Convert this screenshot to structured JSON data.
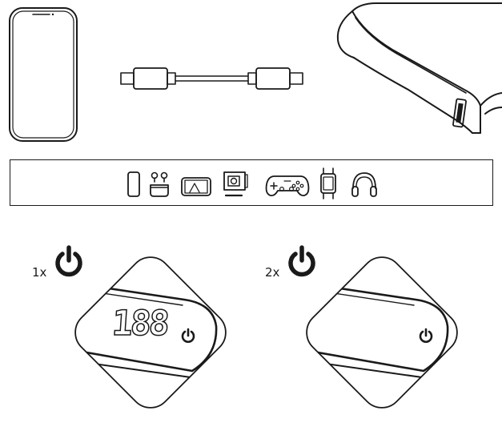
{
  "instructions": {
    "press_once_label": "1x",
    "press_twice_label": "2x"
  },
  "display": {
    "readout": "188"
  },
  "devices_strip": {
    "items": [
      "phone-icon",
      "earbuds-icon",
      "tablet-icon",
      "camera-icon",
      "gamepad-icon",
      "smartwatch-icon",
      "headphones-icon"
    ]
  },
  "colors": {
    "ink": "#1a1a1a",
    "paper": "#ffffff"
  }
}
